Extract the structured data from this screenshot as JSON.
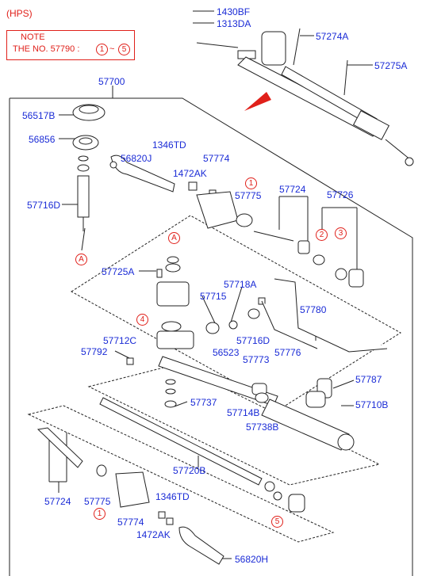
{
  "header": {
    "system": "(HPS)"
  },
  "note": {
    "title": "NOTE",
    "text_prefix": "THE NO. 57790 :",
    "range_start": "1",
    "range_sep": "~",
    "range_end": "5"
  },
  "labels": {
    "p1430BF": "1430BF",
    "p1313DA": "1313DA",
    "p57274A": "57274A",
    "p57275A": "57275A",
    "p57700": "57700",
    "p56517B": "56517B",
    "p56856": "56856",
    "p1346TD_top": "1346TD",
    "p56820J": "56820J",
    "p57774_top": "57774",
    "p1472AK_top": "1472AK",
    "p57716D_left": "57716D",
    "p57775_top": "57775",
    "p57724_top": "57724",
    "p57726": "57726",
    "p57725A": "57725A",
    "p57718A": "57718A",
    "p57715": "57715",
    "p57780": "57780",
    "p57712C": "57712C",
    "p57792": "57792",
    "p56523": "56523",
    "p57716D_mid": "57716D",
    "p57776": "57776",
    "p57773": "57773",
    "p57787": "57787",
    "p57737": "57737",
    "p57714B": "57714B",
    "p57710B": "57710B",
    "p57738B": "57738B",
    "p57720B": "57720B",
    "p57724_bot": "57724",
    "p57775_bot": "57775",
    "p1346TD_bot": "1346TD",
    "p57774_bot": "57774",
    "p1472AK_bot": "1472AK",
    "p56820H": "56820H"
  },
  "callouts": {
    "c1_top": "1",
    "c2": "2",
    "c3": "3",
    "c4": "4",
    "c5": "5",
    "c1_bot": "1",
    "cA_left": "A",
    "cA_mid": "A"
  },
  "colors": {
    "label": "#1a2bd6",
    "note": "#e0201a",
    "line": "#222222"
  }
}
